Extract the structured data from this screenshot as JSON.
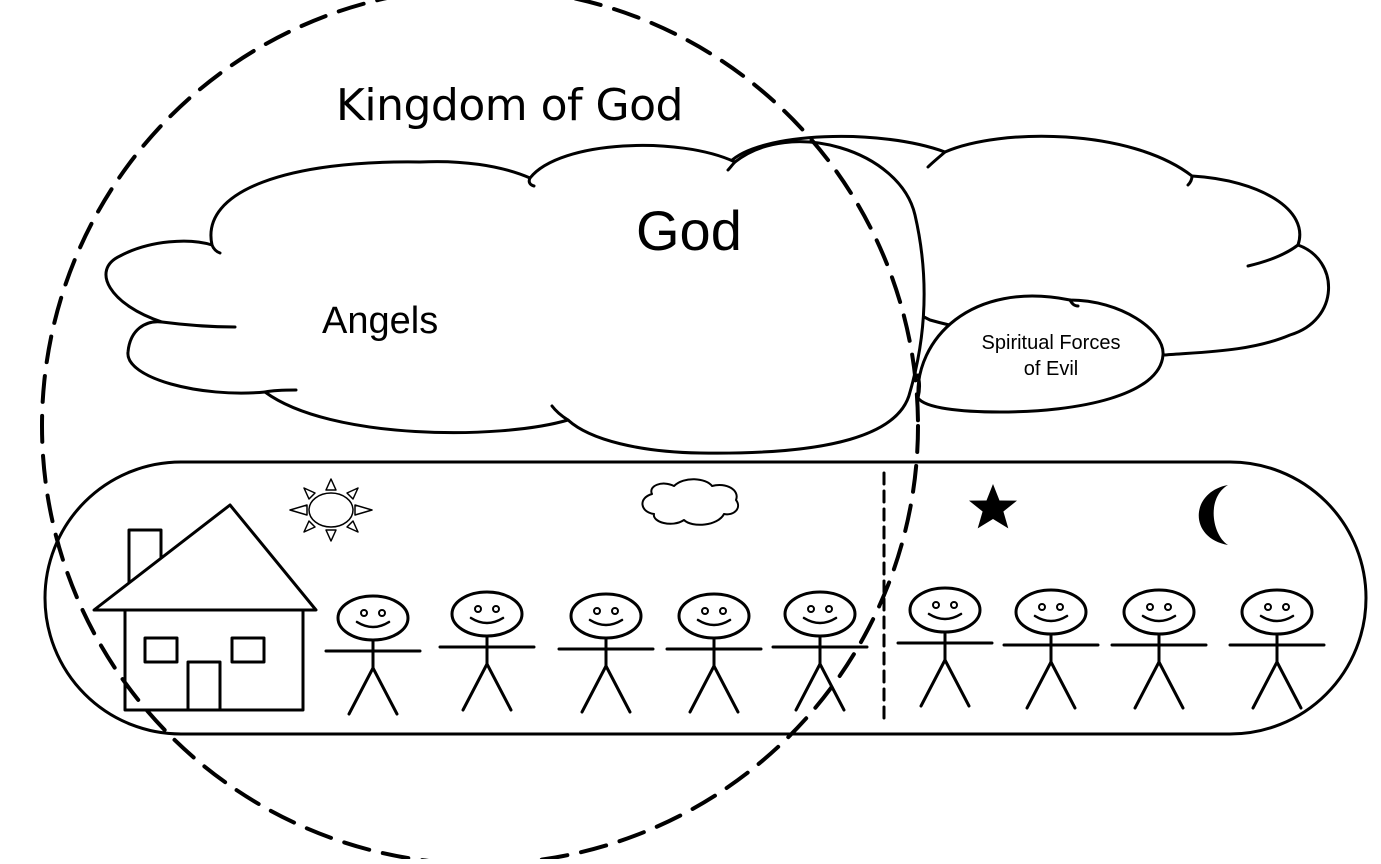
{
  "labels": {
    "kingdom": "Kingdom of God",
    "god": "God",
    "angels": "Angels",
    "spiritual_forces_line1": "Spiritual Forces",
    "spiritual_forces_line2": "of Evil"
  },
  "icons": [
    "kingdom-boundary-icon",
    "heaven-cloud-icon",
    "evil-cloud-icon",
    "earth-capsule-icon",
    "house-icon",
    "sun-icon",
    "small-cloud-icon",
    "star-icon",
    "moon-icon",
    "stick-figure-icon"
  ],
  "people": {
    "day_side_count": 5,
    "night_side_count": 4
  },
  "colors": {
    "stroke": "#000000",
    "background": "#ffffff"
  }
}
